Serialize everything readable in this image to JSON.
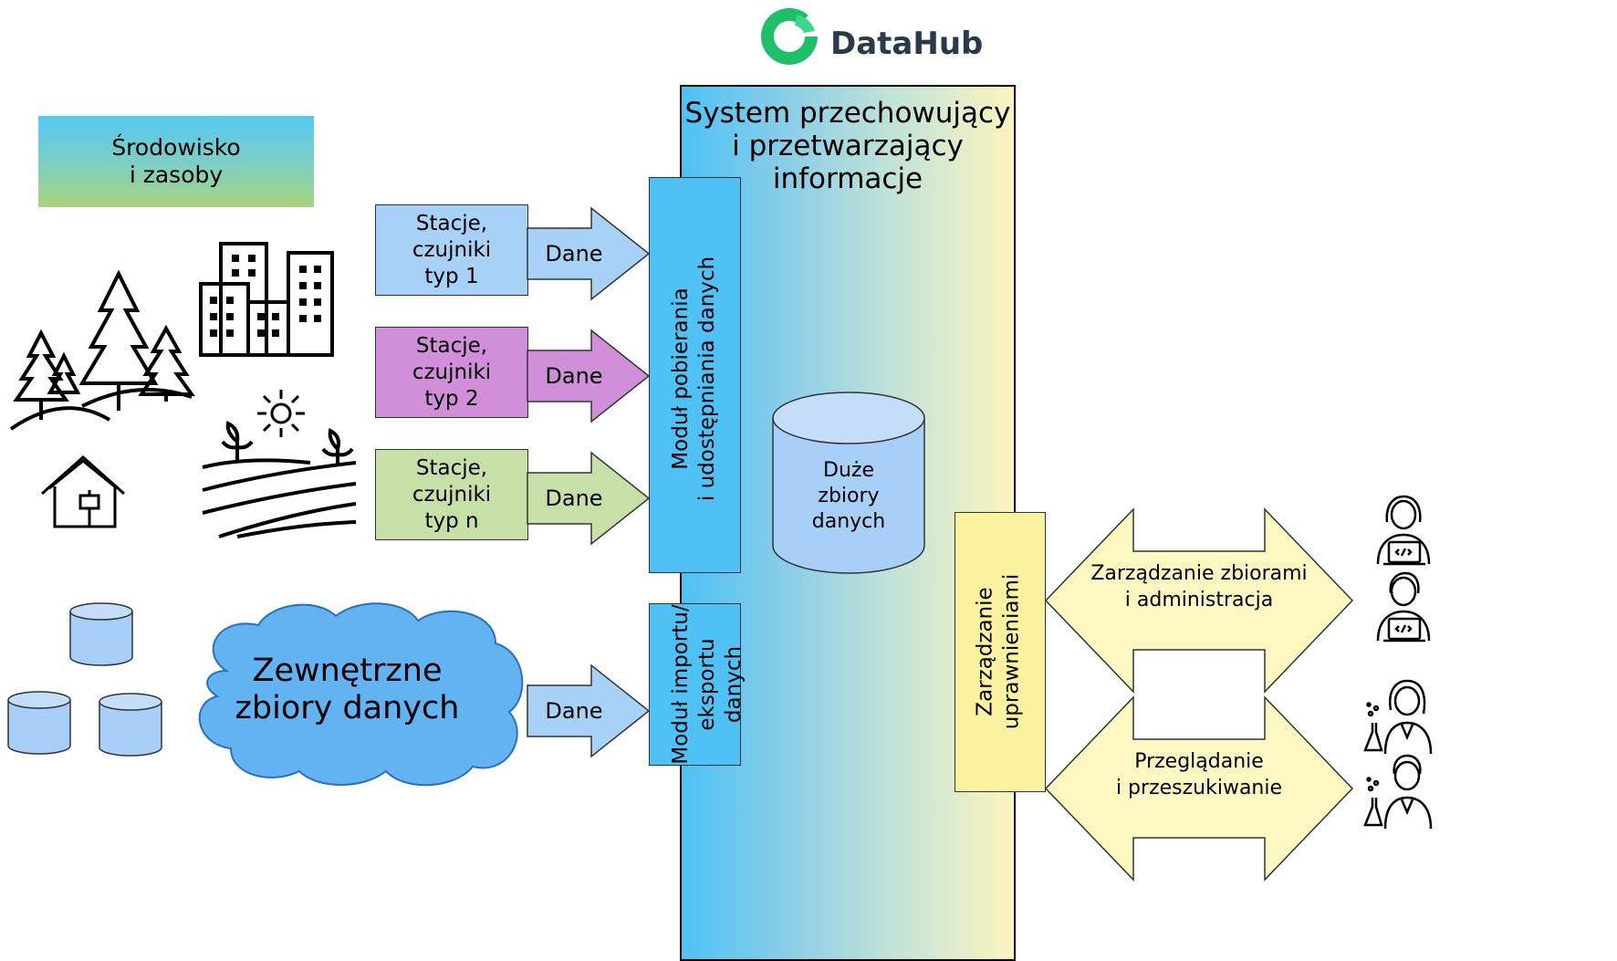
{
  "logo": {
    "name": "DataHub",
    "ring_color": "#1fbf6a",
    "ring_color_light": "#3dd68a",
    "text_color": "#2b3a4a"
  },
  "environment": {
    "label": "Środowisko\ni zasoby"
  },
  "system": {
    "title": "System przechowujący\ni przetwarzający\ninformacje"
  },
  "stations": [
    {
      "label": "Stacje,\nczujniki\ntyp 1",
      "arrow_label": "Dane",
      "fill": "#a7d1f7",
      "arrow_fill": "#a7d1f7"
    },
    {
      "label": "Stacje,\nczujniki\ntyp 2",
      "arrow_label": "Dane",
      "fill": "#d08fd8",
      "arrow_fill": "#d08fd8"
    },
    {
      "label": "Stacje,\nczujniki\ntyp n",
      "arrow_label": "Dane",
      "fill": "#c6e0a8",
      "arrow_fill": "#c6e0a8"
    }
  ],
  "modules": {
    "ingest": "Moduł pobierania\ni udostępniania danych",
    "import_export": "Moduł importu/\neksportu danych",
    "permissions": "Zarządzanie\nuprawnieniami"
  },
  "storage": {
    "label": "Duże\nzbiory\ndanych"
  },
  "external": {
    "label": "Zewnętrzne\nzbiory danych",
    "arrow_label": "Dane"
  },
  "actions": {
    "admin": "Zarządzanie zbiorami\ni administracja",
    "browse": "Przeglądanie\ni przeszukiwanie"
  },
  "colors": {
    "module_blue": "#4fc1f5",
    "permission_yellow": "#fbf3a0",
    "double_arrow_fill": "#fdf7c2",
    "cylinder_fill": "#a8cff7",
    "cloud_fill": "#63b3f2"
  }
}
